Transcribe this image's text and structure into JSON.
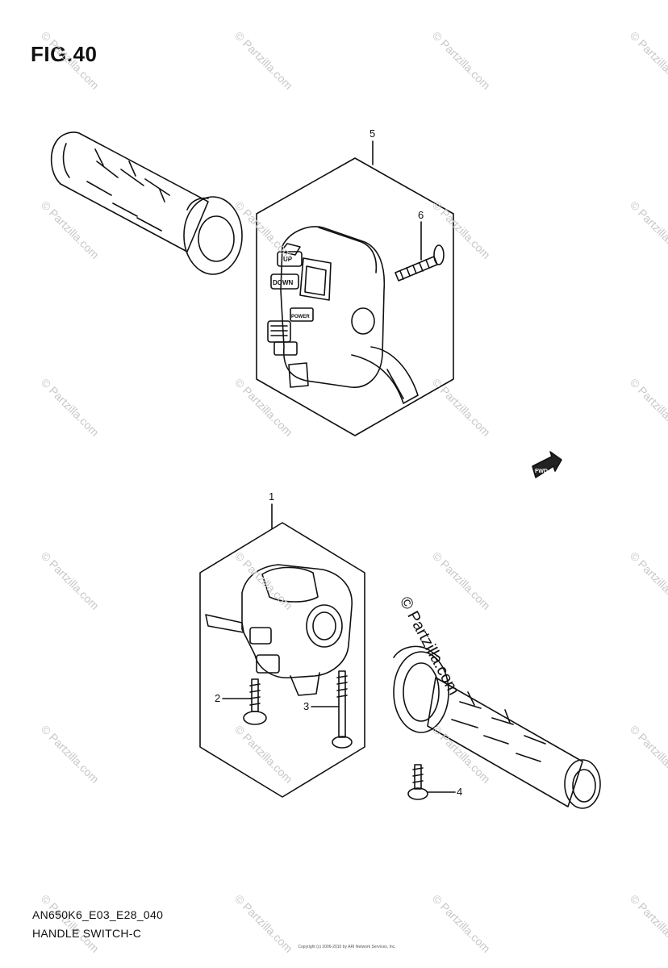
{
  "figure": {
    "title": "FIG.40",
    "code": "AN650K6_E03_E28_040",
    "caption": "HANDLE SWITCH-C"
  },
  "callouts": [
    {
      "id": "5",
      "label": "5"
    },
    {
      "id": "6",
      "label": "6"
    },
    {
      "id": "1",
      "label": "1"
    },
    {
      "id": "2",
      "label": "2"
    },
    {
      "id": "3",
      "label": "3"
    },
    {
      "id": "4",
      "label": "4"
    }
  ],
  "switch_labels": {
    "up": "UP",
    "down": "DOWN",
    "power": "POWER",
    "fwd": "FWD"
  },
  "watermark": {
    "text": "© Partzilla.com",
    "copyright": "Copyright (c) 2006-2010 by ARI Network Services, Inc."
  },
  "colors": {
    "line": "#111111",
    "watermark": "#c8c8c8"
  }
}
